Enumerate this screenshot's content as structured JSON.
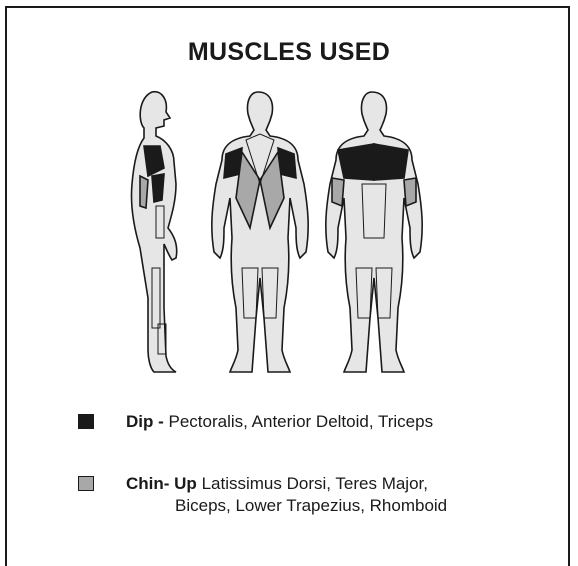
{
  "title": "MUSCLES USED",
  "colors": {
    "primary": "#1a1a1a",
    "secondary": "#a8a8a8",
    "body_fill": "#e6e6e6"
  },
  "legend": [
    {
      "label": "Dip -",
      "muscles": "Pectoralis, Anterior Deltoid, Triceps",
      "swatch_color": "#1a1a1a"
    },
    {
      "label": "Chin- Up",
      "muscles": "Latissimus Dorsi, Teres Major,",
      "muscles_line2": "Biceps, Lower Trapezius, Rhomboid",
      "swatch_color": "#a8a8a8"
    }
  ],
  "figures": [
    "side-view",
    "back-view",
    "front-view"
  ]
}
